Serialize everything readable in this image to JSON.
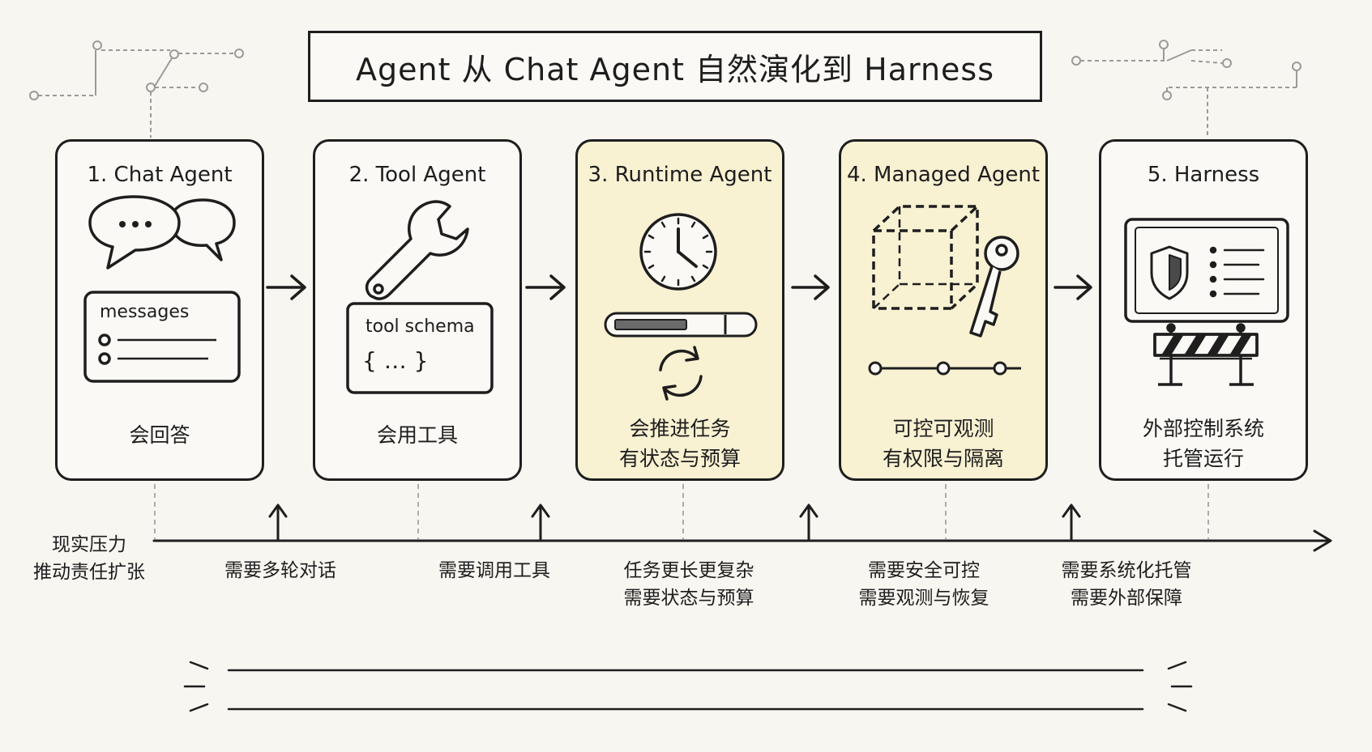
{
  "title": "Agent 从 Chat Agent 自然演化到 Harness",
  "stages": [
    {
      "title": "1. Chat Agent",
      "inner_label": "messages",
      "description": "会回答",
      "icon": "chat-bubbles-icon",
      "highlight": false
    },
    {
      "title": "2. Tool Agent",
      "inner_label": "tool schema",
      "inner_code": "{ … }",
      "description": "会用工具",
      "icon": "wrench-icon",
      "highlight": false
    },
    {
      "title": "3. Runtime Agent",
      "description": "会推进任务\n有状态与预算",
      "icon": "clock-icon",
      "highlight": true
    },
    {
      "title": "4. Managed Agent",
      "description": "可控可观测\n有权限与隔离",
      "icon": "sandbox-cube-key-icon",
      "highlight": true
    },
    {
      "title": "5. Harness",
      "description": "外部控制系统\n托管运行",
      "icon": "shield-monitor-barrier-icon",
      "highlight": false
    }
  ],
  "timeline": {
    "start_label": "现实压力\n推动责任扩张",
    "pressures": [
      "需要多轮对话",
      "需要调用工具",
      "任务更长更复杂\n需要状态与预算",
      "需要安全可控\n需要观测与恢复",
      "需要系统化托管\n需要外部保障"
    ]
  },
  "colors": {
    "ink": "#1e1e1e",
    "background": "#f8f6f1",
    "highlight_fill": "#f8f1d2",
    "circuit": "#9a9a9a"
  }
}
